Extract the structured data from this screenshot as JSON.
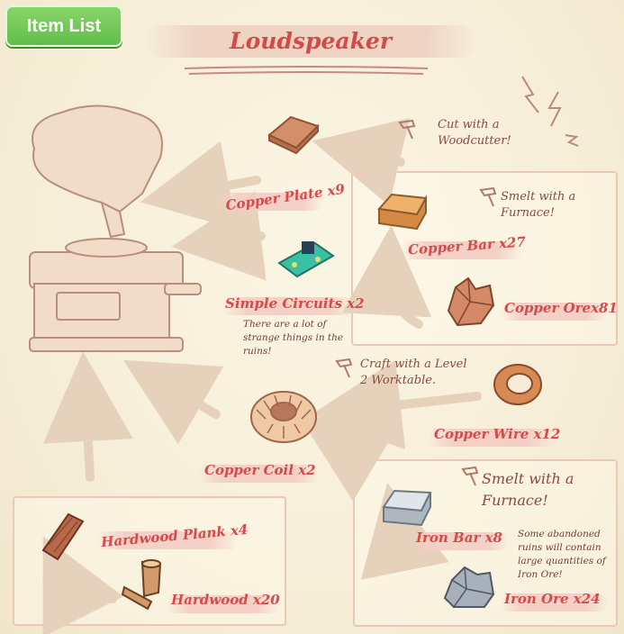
{
  "header": {
    "item_list_label": "Item List",
    "title": "Loudspeaker"
  },
  "items": {
    "copper_plate": "Copper Plate x9",
    "simple_circuits": "Simple Circuits x2",
    "copper_bar": "Copper Bar x27",
    "copper_ore": "Copper Orex81",
    "copper_wire": "Copper Wire x12",
    "copper_coil": "Copper Coil x2",
    "iron_bar": "Iron Bar x8",
    "iron_ore": "Iron Ore x24",
    "hardwood_plank": "Hardwood Plank x4",
    "hardwood": "Hardwood x20"
  },
  "notes": {
    "woodcutter_l1": "Cut with a",
    "woodcutter_l2": "Woodcutter!",
    "furnace_copper_l1": "Smelt with a",
    "furnace_copper_l2": "Furnace!",
    "circuits_l1": "There are a lot of",
    "circuits_l2": "strange things in the",
    "circuits_l3": "ruins!",
    "worktable_l1": "Craft with a Level",
    "worktable_l2": "2 Worktable.",
    "furnace_iron_l1": "Smelt with a",
    "furnace_iron_l2": "Furnace!",
    "iron_ruins_l1": "Some abandoned",
    "iron_ruins_l2": "ruins will contain",
    "iron_ruins_l3": "large quantities of",
    "iron_ruins_l4": "Iron Ore!"
  },
  "icons": [
    "gramophone-icon",
    "copper-plate-icon",
    "simple-circuits-icon",
    "copper-bar-icon",
    "copper-ore-icon",
    "copper-wire-icon",
    "copper-coil-icon",
    "iron-bar-icon",
    "iron-ore-icon",
    "hardwood-plank-icon",
    "hardwood-icon",
    "hammer-icon",
    "lightning-icon"
  ],
  "colors": {
    "accent_red": "#d64a4a",
    "button_green": "#6cc852",
    "paper": "#f8f0dc"
  }
}
